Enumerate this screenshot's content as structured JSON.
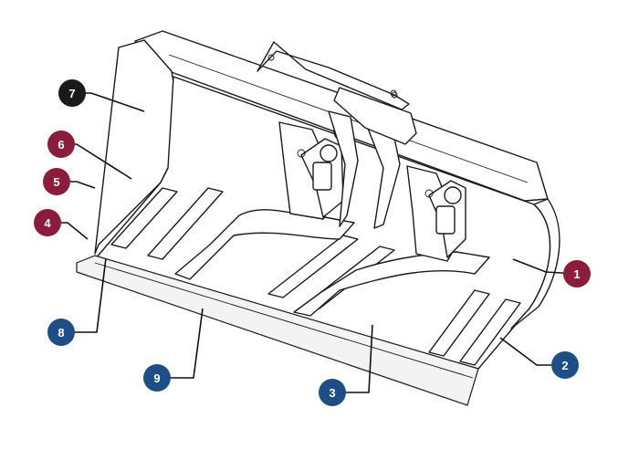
{
  "callout_colors": {
    "black": "#1a1a1a",
    "maroon": "#8b1c3a",
    "navy": "#1d4f86"
  },
  "callouts": [
    {
      "id": "c1",
      "label": "1",
      "color": "maroon"
    },
    {
      "id": "c2",
      "label": "2",
      "color": "navy"
    },
    {
      "id": "c3",
      "label": "3",
      "color": "navy"
    },
    {
      "id": "c4",
      "label": "4",
      "color": "maroon"
    },
    {
      "id": "c5",
      "label": "5",
      "color": "maroon"
    },
    {
      "id": "c6",
      "label": "6",
      "color": "maroon"
    },
    {
      "id": "c7",
      "label": "7",
      "color": "black"
    },
    {
      "id": "c8",
      "label": "8",
      "color": "navy"
    },
    {
      "id": "c9",
      "label": "9",
      "color": "navy"
    }
  ]
}
